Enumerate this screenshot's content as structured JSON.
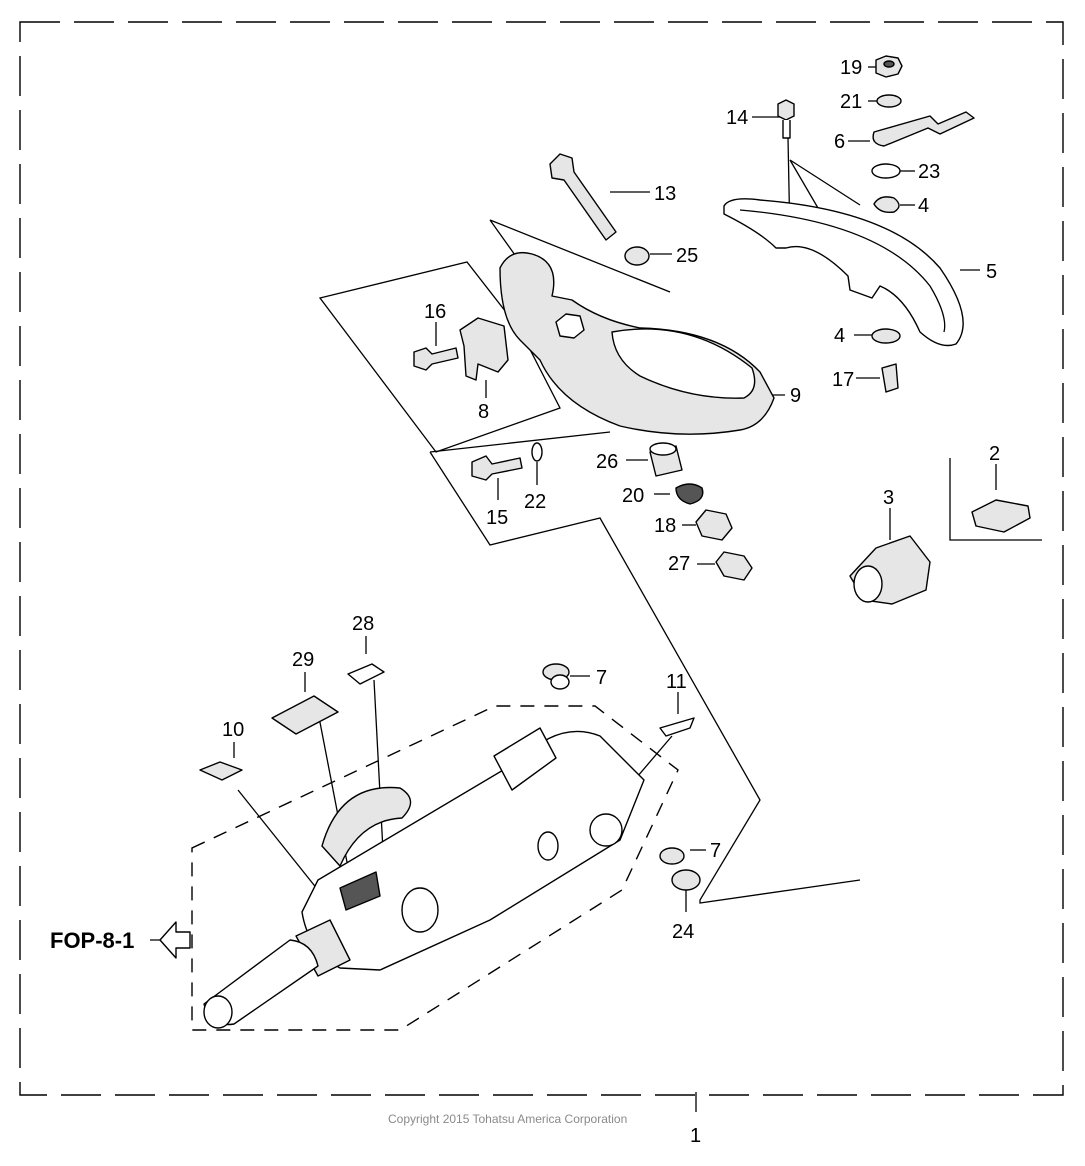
{
  "diagram": {
    "callouts": [
      "19",
      "21",
      "14",
      "6",
      "23",
      "4",
      "13",
      "5",
      "25",
      "16",
      "4",
      "17",
      "9",
      "8",
      "26",
      "2",
      "20",
      "15",
      "22",
      "3",
      "18",
      "27",
      "28",
      "29",
      "7",
      "11",
      "10",
      "7",
      "24"
    ],
    "reference_label": "FOP-8-1",
    "assembly_number": "1",
    "copyright": "Copyright 2015 Tohatsu America Corporation"
  }
}
